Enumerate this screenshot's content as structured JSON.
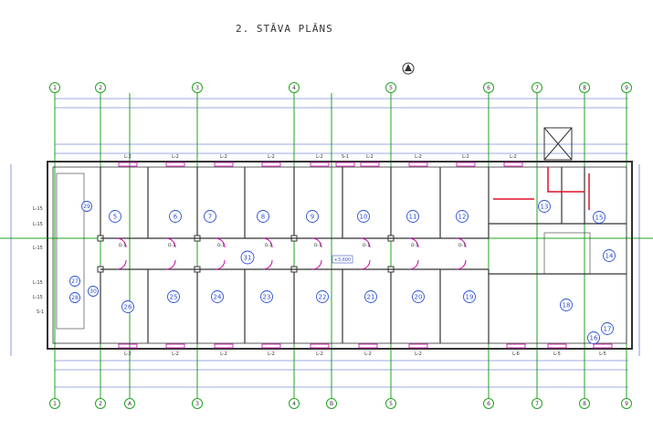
{
  "title": "2. STĀVA PLĀNS",
  "grid_axes_top": [
    "1",
    "2",
    "3",
    "4",
    "5",
    "6",
    "7",
    "8",
    "9"
  ],
  "grid_axes_bottom": [
    "1",
    "2",
    "A",
    "3",
    "4",
    "B",
    "5",
    "6",
    "7",
    "8",
    "9"
  ],
  "rooms_north": [
    "5",
    "6",
    "7",
    "8",
    "9",
    "10",
    "11",
    "12",
    "13",
    "14",
    "15"
  ],
  "rooms_south": [
    "26",
    "25",
    "24",
    "23",
    "22",
    "21",
    "20",
    "19",
    "18",
    "17",
    "16"
  ],
  "corridor_room": "31",
  "stair_rooms": [
    "27",
    "28",
    "29",
    "30"
  ],
  "window_labels_north": [
    "L-2",
    "L-2",
    "L-2",
    "L-2",
    "L-2",
    "S-1",
    "L-2",
    "L-2",
    "L-2",
    "L-2"
  ],
  "window_labels_south": [
    "L-2",
    "L-2",
    "L-2",
    "L-2",
    "L-2",
    "L-2",
    "L-2",
    "L-6",
    "L-5",
    "L-5"
  ],
  "door_label": "D-1",
  "side_labels": [
    "L-15",
    "L-15",
    "L-15",
    "L-15",
    "L-15"
  ],
  "side_label_s": "S-1",
  "corridor_tag": "+3,600",
  "colors": {
    "grid": "#21a321",
    "wall": "#333333",
    "door": "#cc00aa",
    "room_tag": "#2b4fd6",
    "dim": "#3a56c8",
    "red": "#e0102a"
  }
}
